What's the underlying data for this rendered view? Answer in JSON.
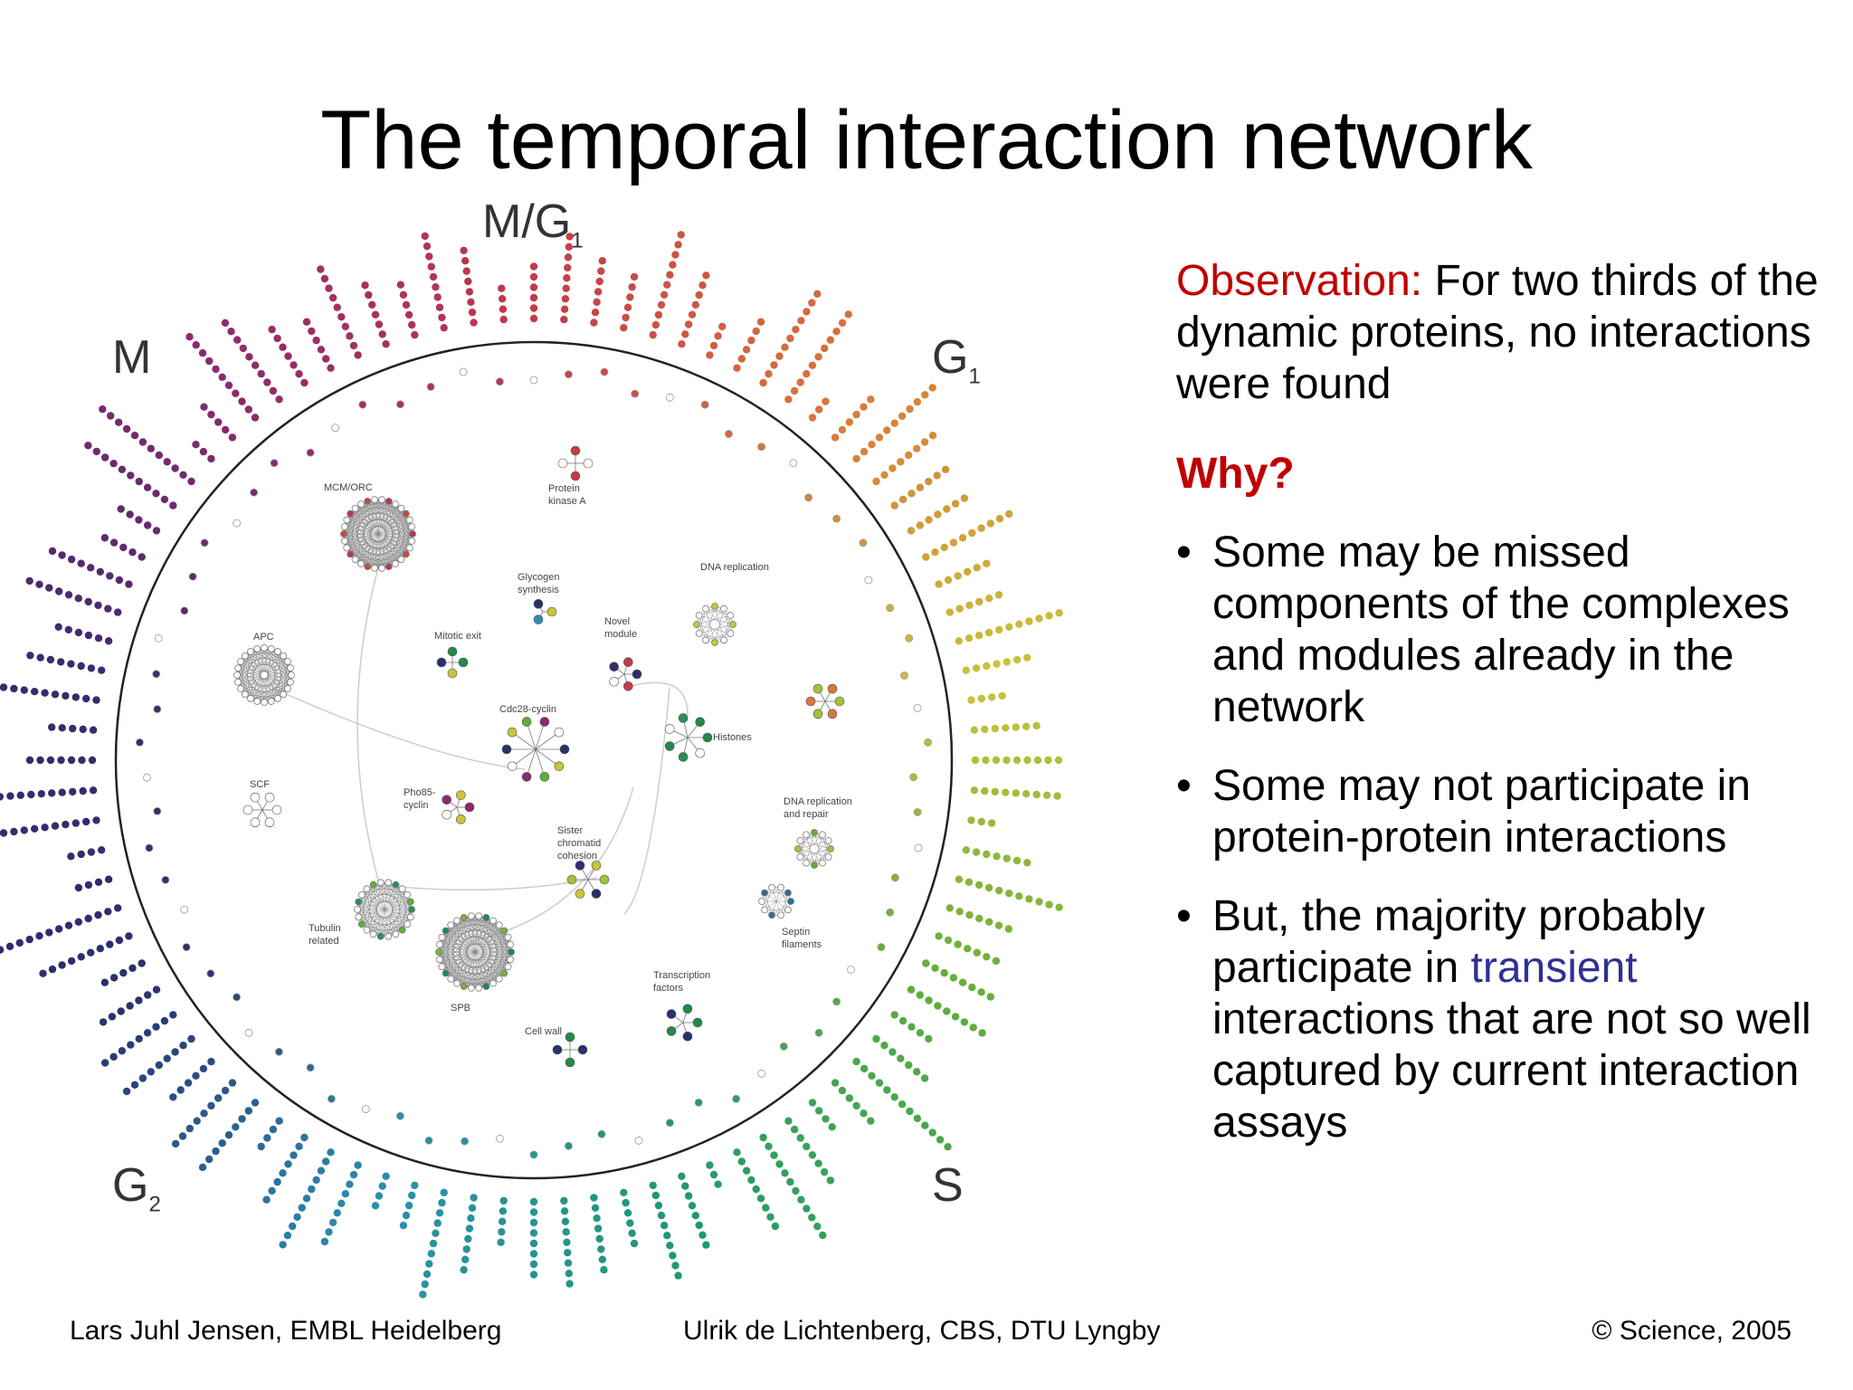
{
  "title": "The temporal interaction network",
  "phases": {
    "mg1": {
      "main": "M/G",
      "sub": "1"
    },
    "m": {
      "main": "M",
      "sub": ""
    },
    "g1": {
      "main": "G",
      "sub": "1"
    },
    "g2": {
      "main": "G",
      "sub": "2"
    },
    "s": {
      "main": "S",
      "sub": ""
    }
  },
  "network_labels": {
    "mcm_orc": "MCM/ORC",
    "protein_kinase_a_1": "Protein",
    "protein_kinase_a_2": "kinase A",
    "glycogen_1": "Glycogen",
    "glycogen_2": "synthesis",
    "dna_replication": "DNA replication",
    "apc": "APC",
    "mitotic_exit": "Mitotic exit",
    "novel_module_1": "Novel",
    "novel_module_2": "module",
    "cdc28": "Cdc28-cyclin",
    "histones": "Histones",
    "scf": "SCF",
    "pho85_1": "Pho85-",
    "pho85_2": "cyclin",
    "dna_rep_repair_1": "DNA replication",
    "dna_rep_repair_2": "and repair",
    "sister_1": "Sister",
    "sister_2": "chromatid",
    "sister_3": "cohesion",
    "tubulin_1": "Tubulin",
    "tubulin_2": "related",
    "septin_1": "Septin",
    "septin_2": "filaments",
    "spb": "SPB",
    "tf_1": "Transcription",
    "tf_2": "factors",
    "cell_wall": "Cell wall"
  },
  "colors": {
    "observation": "#c00000",
    "transient": "#2e3192",
    "phase_ring": [
      "#c23a4a",
      "#d9773a",
      "#c9c43a",
      "#5fae3a",
      "#1f9a6e",
      "#2a8fb0",
      "#2a2f6e",
      "#3b2a6e",
      "#8a2a6e"
    ]
  },
  "observation": {
    "label": "Observation:",
    "text": "For two thirds of the dynamic proteins, no interactions were found"
  },
  "why": "Why?",
  "bullets": {
    "b1": "Some may be missed components of the complexes and modules already in the network",
    "b2": "Some may not participate in protein-protein interactions",
    "b3_pre": "But, the majority probably participate in",
    "b3_hl": "transient",
    "b3_post": "interactions that are not so well captured by current interaction assays"
  },
  "bullet_char": "•",
  "footer": {
    "left": "Lars Juhl Jensen, EMBL Heidelberg",
    "center": "Ulrik de Lichtenberg, CBS, DTU Lyngby",
    "right": "© Science, 2005"
  }
}
